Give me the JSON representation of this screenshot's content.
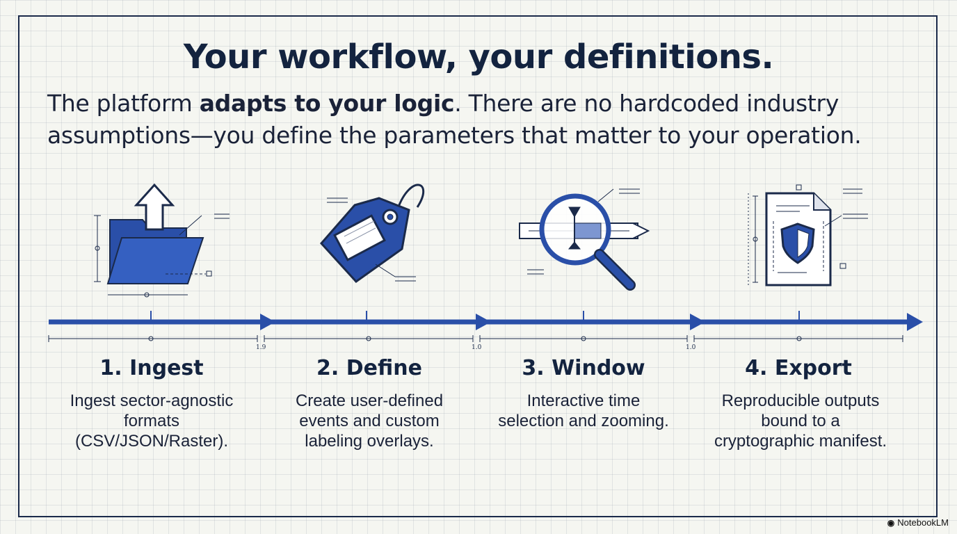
{
  "title": "Your workflow, your definitions.",
  "subtitle": {
    "before": "The platform ",
    "bold": "adapts to your logic",
    "after": ". There are no hardcoded industry assumptions—you define the parameters that matter to your operation."
  },
  "steps": [
    {
      "title": "1. Ingest",
      "desc_lines": [
        "Ingest sector-agnostic",
        "formats",
        "(CSV/JSON/Raster)."
      ],
      "icon": "folder-upload-icon"
    },
    {
      "title": "2. Define",
      "desc_lines": [
        "Create user-defined",
        "events and custom",
        "labeling overlays."
      ],
      "icon": "tag-icon"
    },
    {
      "title": "3. Window",
      "desc_lines": [
        "Interactive time",
        "selection and zooming."
      ],
      "icon": "magnifier-timeline-icon"
    },
    {
      "title": "4. Export",
      "desc_lines": [
        "Reproducible outputs",
        "bound to a",
        "cryptographic manifest."
      ],
      "icon": "shield-document-icon"
    }
  ],
  "timeline_ticks": [
    "1.9",
    "1.0",
    "1.0"
  ],
  "brand": "NotebookLM",
  "colors": {
    "accent": "#2a4fa8",
    "ink": "#13233f",
    "background": "#f5f6f1"
  }
}
